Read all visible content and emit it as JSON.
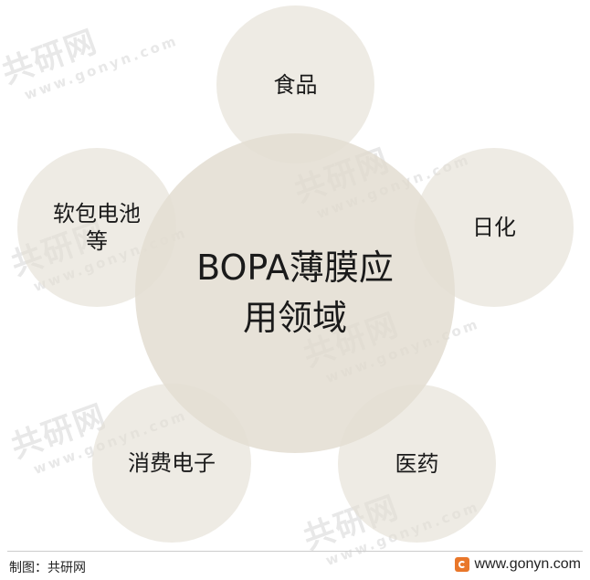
{
  "diagram": {
    "center": {
      "label": "BOPA薄膜应用领域"
    },
    "nodes": [
      {
        "id": "food",
        "label": "食品"
      },
      {
        "id": "daily",
        "label": "日化"
      },
      {
        "id": "medicine",
        "label": "医药"
      },
      {
        "id": "electronics",
        "label": "消费电子"
      },
      {
        "id": "battery",
        "label": "软包电池等"
      }
    ]
  },
  "watermark": {
    "main": "共研网",
    "sub": "www.gonyn.com"
  },
  "footer": {
    "source": "制图：共研网",
    "site": "www.gonyn.com"
  },
  "colors": {
    "circle_fill": "#e4dfd3",
    "text": "#1a1a1a",
    "logo": "#e9772a"
  }
}
